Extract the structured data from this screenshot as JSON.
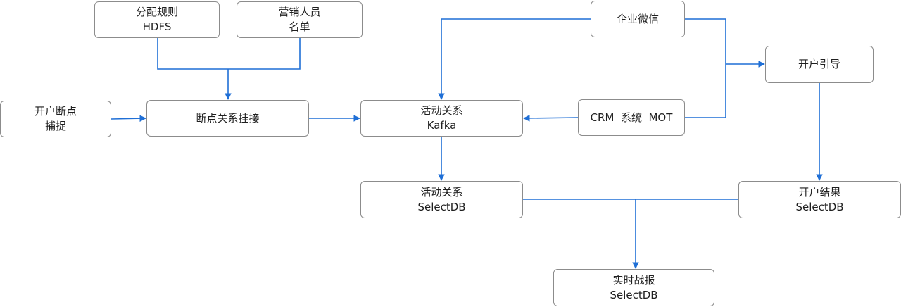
{
  "diagram": {
    "edge_color": "#1f6fd6",
    "nodes": {
      "rules_hdfs": {
        "lines": [
          "分配规则",
          "HDFS"
        ]
      },
      "sales_list": {
        "lines": [
          "营销人员",
          "名单"
        ]
      },
      "breakpoint_capture": {
        "lines": [
          "开户断点",
          "捕捉"
        ]
      },
      "breakpoint_link": {
        "lines": [
          "断点关系挂接"
        ]
      },
      "activity_kafka": {
        "lines": [
          "活动关系",
          "Kafka"
        ]
      },
      "wechat_work": {
        "lines": [
          "企业微信"
        ]
      },
      "crm_mot": {
        "lines": [
          "CRM  系统  MOT"
        ]
      },
      "account_guide": {
        "lines": [
          "开户引导"
        ]
      },
      "activity_selectdb": {
        "lines": [
          "活动关系",
          "SelectDB"
        ]
      },
      "account_result_selectdb": {
        "lines": [
          "开户结果",
          "SelectDB"
        ]
      },
      "realtime_report_selectdb": {
        "lines": [
          "实时战报",
          "SelectDB"
        ]
      }
    }
  }
}
